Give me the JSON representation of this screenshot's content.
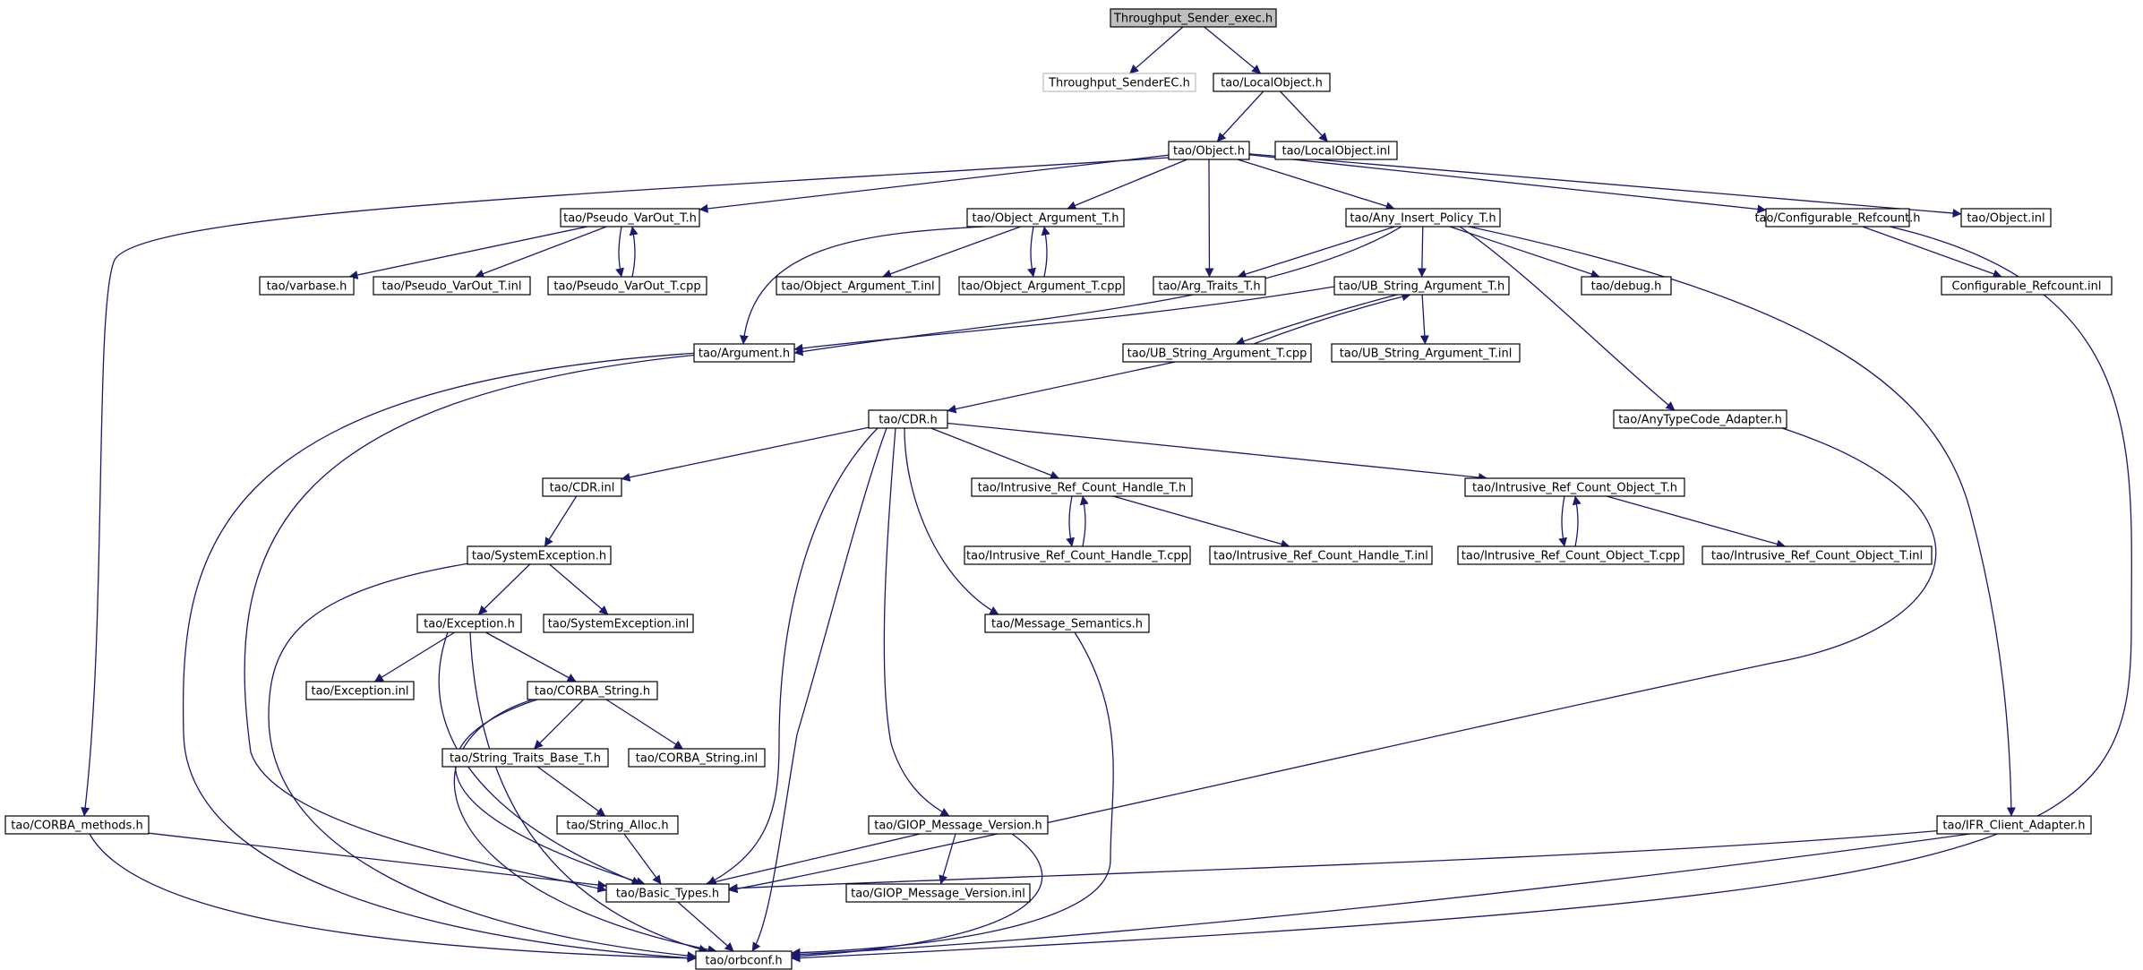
{
  "diagram": {
    "title": "",
    "colors": {
      "edge": "#191970",
      "node_border": "#000000",
      "root_fill": "#bfbfbf",
      "faded_border": "#bfbfbf",
      "background": "#ffffff"
    },
    "nodes": [
      {
        "id": "n_root",
        "label": "Throughput_Sender_exec.h",
        "kind": "root"
      },
      {
        "id": "n_senderec",
        "label": "Throughput_SenderEC.h",
        "kind": "faded"
      },
      {
        "id": "n_localobject",
        "label": "tao/LocalObject.h"
      },
      {
        "id": "n_object",
        "label": "tao/Object.h"
      },
      {
        "id": "n_localobject_inl",
        "label": "tao/LocalObject.inl"
      },
      {
        "id": "n_pseudo_varout",
        "label": "tao/Pseudo_VarOut_T.h"
      },
      {
        "id": "n_object_argument",
        "label": "tao/Object_Argument_T.h"
      },
      {
        "id": "n_any_insert",
        "label": "tao/Any_Insert_Policy_T.h"
      },
      {
        "id": "n_conf_refcount",
        "label": "tao/Configurable_Refcount.h"
      },
      {
        "id": "n_object_inl",
        "label": "tao/Object.inl"
      },
      {
        "id": "n_varbase",
        "label": "tao/varbase.h"
      },
      {
        "id": "n_pseudo_varout_inl",
        "label": "tao/Pseudo_VarOut_T.inl"
      },
      {
        "id": "n_pseudo_varout_cpp",
        "label": "tao/Pseudo_VarOut_T.cpp"
      },
      {
        "id": "n_object_argument_inl",
        "label": "tao/Object_Argument_T.inl"
      },
      {
        "id": "n_object_argument_cpp",
        "label": "tao/Object_Argument_T.cpp"
      },
      {
        "id": "n_arg_traits",
        "label": "tao/Arg_Traits_T.h"
      },
      {
        "id": "n_ub_string",
        "label": "tao/UB_String_Argument_T.h"
      },
      {
        "id": "n_debug",
        "label": "tao/debug.h"
      },
      {
        "id": "n_conf_refcount_inl",
        "label": "Configurable_Refcount.inl"
      },
      {
        "id": "n_argument",
        "label": "tao/Argument.h"
      },
      {
        "id": "n_ub_string_cpp",
        "label": "tao/UB_String_Argument_T.cpp"
      },
      {
        "id": "n_ub_string_inl",
        "label": "tao/UB_String_Argument_T.inl"
      },
      {
        "id": "n_cdr",
        "label": "tao/CDR.h"
      },
      {
        "id": "n_anytypecode",
        "label": "tao/AnyTypeCode_Adapter.h"
      },
      {
        "id": "n_cdr_inl",
        "label": "tao/CDR.inl"
      },
      {
        "id": "n_irch",
        "label": "tao/Intrusive_Ref_Count_Handle_T.h"
      },
      {
        "id": "n_irco",
        "label": "tao/Intrusive_Ref_Count_Object_T.h"
      },
      {
        "id": "n_sysexc",
        "label": "tao/SystemException.h"
      },
      {
        "id": "n_irch_cpp",
        "label": "tao/Intrusive_Ref_Count_Handle_T.cpp"
      },
      {
        "id": "n_irch_inl",
        "label": "tao/Intrusive_Ref_Count_Handle_T.inl"
      },
      {
        "id": "n_irco_cpp",
        "label": "tao/Intrusive_Ref_Count_Object_T.cpp"
      },
      {
        "id": "n_irco_inl",
        "label": "tao/Intrusive_Ref_Count_Object_T.inl"
      },
      {
        "id": "n_exception",
        "label": "tao/Exception.h"
      },
      {
        "id": "n_sysexc_inl",
        "label": "tao/SystemException.inl"
      },
      {
        "id": "n_msg_semantics",
        "label": "tao/Message_Semantics.h"
      },
      {
        "id": "n_exception_inl",
        "label": "tao/Exception.inl"
      },
      {
        "id": "n_corba_string",
        "label": "tao/CORBA_String.h"
      },
      {
        "id": "n_string_traits",
        "label": "tao/String_Traits_Base_T.h"
      },
      {
        "id": "n_corba_string_inl",
        "label": "tao/CORBA_String.inl"
      },
      {
        "id": "n_corba_methods",
        "label": "tao/CORBA_methods.h"
      },
      {
        "id": "n_string_alloc",
        "label": "tao/String_Alloc.h"
      },
      {
        "id": "n_giop_version",
        "label": "tao/GIOP_Message_Version.h"
      },
      {
        "id": "n_ifr_client",
        "label": "tao/IFR_Client_Adapter.h"
      },
      {
        "id": "n_basic_types",
        "label": "tao/Basic_Types.h"
      },
      {
        "id": "n_giop_version_inl",
        "label": "tao/GIOP_Message_Version.inl"
      },
      {
        "id": "n_orbconf",
        "label": "tao/orbconf.h"
      }
    ]
  }
}
